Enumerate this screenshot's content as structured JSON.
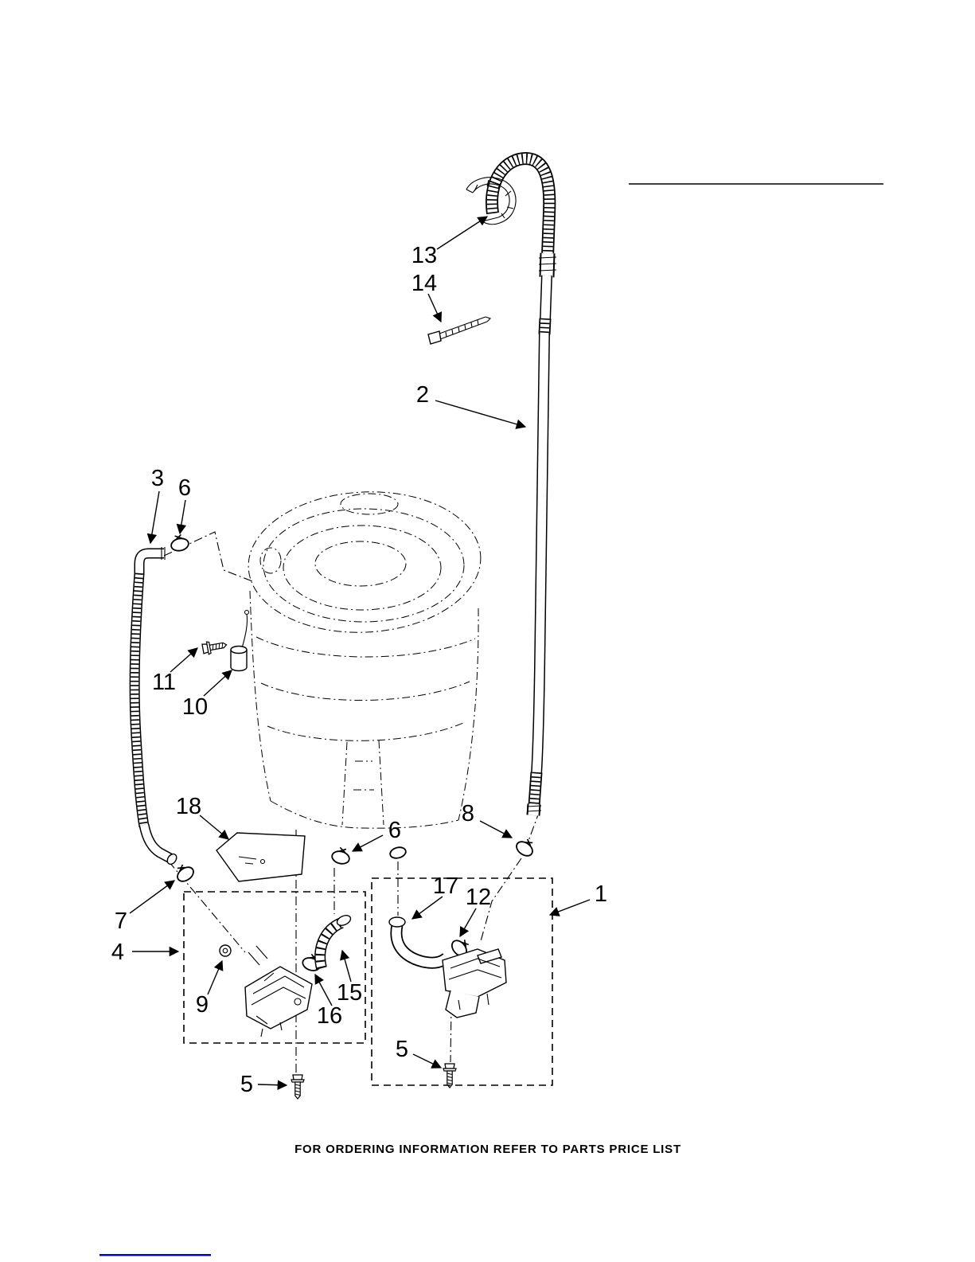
{
  "page": {
    "footer_note": "FOR ORDERING INFORMATION REFER TO PARTS PRICE LIST"
  },
  "callouts": {
    "c1": "1",
    "c2": "2",
    "c3": "3",
    "c4": "4",
    "c5_left": "5",
    "c5_right": "5",
    "c6_top": "6",
    "c6_mid": "6",
    "c7": "7",
    "c8": "8",
    "c9": "9",
    "c10": "10",
    "c11": "11",
    "c12": "12",
    "c13": "13",
    "c14": "14",
    "c15": "15",
    "c16": "16",
    "c17": "17",
    "c18": "18"
  }
}
